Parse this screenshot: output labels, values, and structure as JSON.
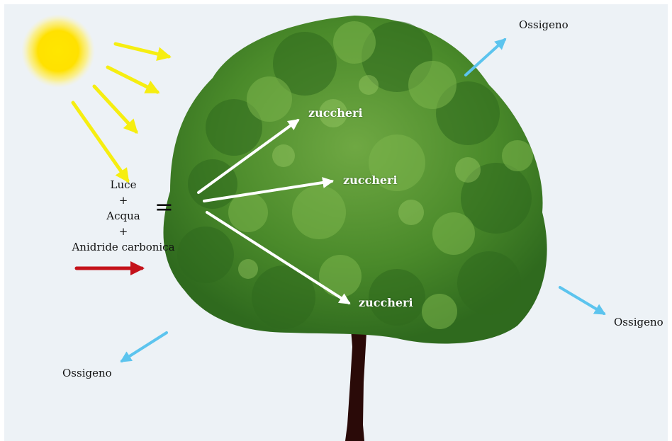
{
  "inputs": {
    "light": "Luce",
    "plus_1": "+",
    "water": "Acqua",
    "plus_2": "+",
    "co2": "Anidride carbonica"
  },
  "equals": "=",
  "products": {
    "sugar_1": "zuccheri",
    "sugar_2": "zuccheri",
    "sugar_3": "zuccheri"
  },
  "outputs": {
    "oxygen_top": "Ossigeno",
    "oxygen_right": "Ossigeno",
    "oxygen_left": "Ossigeno"
  },
  "colors": {
    "background": "#edf2f6",
    "sun": "#ffe100",
    "light_arrows": "#f6ee10",
    "co2_arrow": "#c4121a",
    "oxygen_arrows": "#5cc4ee",
    "sugar_arrows": "#ffffff",
    "foliage": "#4d8a2c",
    "trunk": "#2a0a08"
  }
}
